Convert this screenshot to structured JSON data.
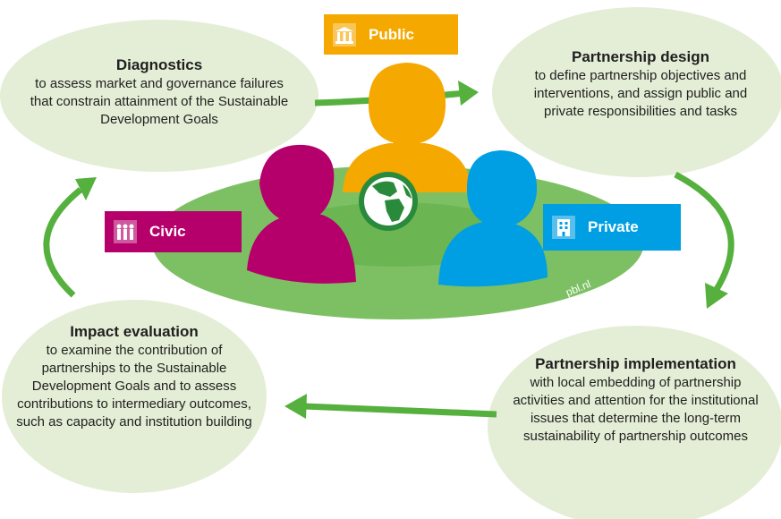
{
  "phases": {
    "diagnostics": {
      "title": "Diagnostics",
      "description": "to assess market and governance failures that constrain attainment of the Sustainable Development Goals"
    },
    "design": {
      "title": "Partnership design",
      "description": "to define partnership objectives and interventions, and assign public and private responsibilities and tasks"
    },
    "implementation": {
      "title": "Partnership implementation",
      "description": "with local embedding of partnership activities and attention for the institutional issues that determine the long-term sustainability of partnership outcomes"
    },
    "evaluation": {
      "title": "Impact evaluation",
      "description": "to examine the contribution of partnerships to the Sustainable Development Goals and to assess contributions to  intermediary outcomes, such as capacity and institution building"
    }
  },
  "actors": {
    "public": {
      "label": "Public",
      "color": "#f5a800",
      "icon": "government-building-icon"
    },
    "private": {
      "label": "Private",
      "color": "#009fe3",
      "icon": "office-building-icon"
    },
    "civic": {
      "label": "Civic",
      "color": "#b5006b",
      "icon": "people-group-icon"
    }
  },
  "center_icon": "globe-icon",
  "credit": "pbl.nl",
  "colors": {
    "arrow": "#55b03d",
    "phase_bubble": "#e4eed6",
    "platform": "#7cc063",
    "platform_inner": "#6bb552",
    "globe": "#2a8a3c"
  }
}
